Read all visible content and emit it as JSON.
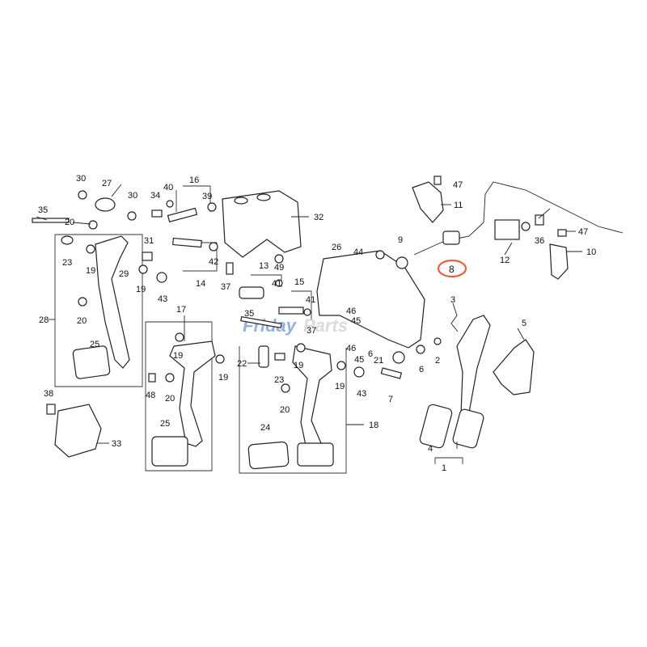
{
  "diagram": {
    "accent_color": "#e8603c",
    "watermark": {
      "part1": "Friday",
      "part2": "Parts"
    },
    "highlighted_part": "8",
    "labels": [
      {
        "id": "l30a",
        "text": "30"
      },
      {
        "id": "l27",
        "text": "27"
      },
      {
        "id": "l30b",
        "text": "30"
      },
      {
        "id": "l34",
        "text": "34"
      },
      {
        "id": "l40",
        "text": "40"
      },
      {
        "id": "l16",
        "text": "16"
      },
      {
        "id": "l39",
        "text": "39"
      },
      {
        "id": "l35a",
        "text": "35"
      },
      {
        "id": "l20a",
        "text": "20"
      },
      {
        "id": "l31",
        "text": "31"
      },
      {
        "id": "l23a",
        "text": "23"
      },
      {
        "id": "l19a",
        "text": "19"
      },
      {
        "id": "l29",
        "text": "29"
      },
      {
        "id": "l19b",
        "text": "19"
      },
      {
        "id": "l42",
        "text": "42"
      },
      {
        "id": "l43a",
        "text": "43"
      },
      {
        "id": "l14",
        "text": "14"
      },
      {
        "id": "l37a",
        "text": "37"
      },
      {
        "id": "l28",
        "text": "28"
      },
      {
        "id": "l20b",
        "text": "20"
      },
      {
        "id": "l25a",
        "text": "25"
      },
      {
        "id": "l32",
        "text": "32"
      },
      {
        "id": "l13",
        "text": "13"
      },
      {
        "id": "l49",
        "text": "49"
      },
      {
        "id": "l15",
        "text": "15"
      },
      {
        "id": "l41a",
        "text": "41"
      },
      {
        "id": "l41b",
        "text": "41"
      },
      {
        "id": "l35b",
        "text": "35"
      },
      {
        "id": "l17",
        "text": "17"
      },
      {
        "id": "l19c",
        "text": "19"
      },
      {
        "id": "l19d",
        "text": "19"
      },
      {
        "id": "l48",
        "text": "48"
      },
      {
        "id": "l20c",
        "text": "20"
      },
      {
        "id": "l25b",
        "text": "25"
      },
      {
        "id": "l22",
        "text": "22"
      },
      {
        "id": "l23b",
        "text": "23"
      },
      {
        "id": "l19e",
        "text": "19"
      },
      {
        "id": "l19f",
        "text": "19"
      },
      {
        "id": "l20d",
        "text": "20"
      },
      {
        "id": "l43b",
        "text": "43"
      },
      {
        "id": "l24",
        "text": "24"
      },
      {
        "id": "l18",
        "text": "18"
      },
      {
        "id": "l26",
        "text": "26"
      },
      {
        "id": "l44",
        "text": "44"
      },
      {
        "id": "l9",
        "text": "9"
      },
      {
        "id": "l46a",
        "text": "46"
      },
      {
        "id": "l45a",
        "text": "45"
      },
      {
        "id": "l37b",
        "text": "37"
      },
      {
        "id": "l46b",
        "text": "46"
      },
      {
        "id": "l45b",
        "text": "45"
      },
      {
        "id": "l21",
        "text": "21"
      },
      {
        "id": "l6a",
        "text": "6"
      },
      {
        "id": "l6b",
        "text": "6"
      },
      {
        "id": "l2",
        "text": "2"
      },
      {
        "id": "l7",
        "text": "7"
      },
      {
        "id": "l47a",
        "text": "47"
      },
      {
        "id": "l11",
        "text": "11"
      },
      {
        "id": "l8",
        "text": "8"
      },
      {
        "id": "l36",
        "text": "36"
      },
      {
        "id": "l47b",
        "text": "47"
      },
      {
        "id": "l12",
        "text": "12"
      },
      {
        "id": "l10",
        "text": "10"
      },
      {
        "id": "l3",
        "text": "3"
      },
      {
        "id": "l5",
        "text": "5"
      },
      {
        "id": "l4",
        "text": "4"
      },
      {
        "id": "l1",
        "text": "1"
      },
      {
        "id": "l38",
        "text": "38"
      },
      {
        "id": "l33",
        "text": "33"
      }
    ]
  }
}
